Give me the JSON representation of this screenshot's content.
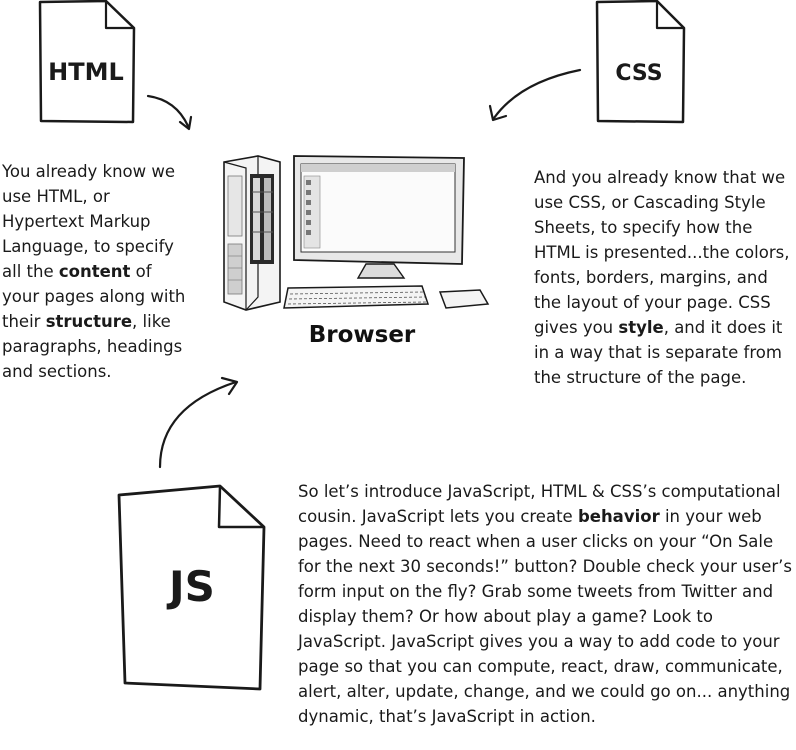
{
  "documents": {
    "html_label": "HTML",
    "css_label": "CSS",
    "js_label": "JS"
  },
  "browser": {
    "label": "Browser"
  },
  "html_text": {
    "part1": "You already know we use HTML, or Hypertext Markup Language, to specify all the ",
    "bold1": "content",
    "part2": " of your pages along with their ",
    "bold2": "structure",
    "part3": ", like paragraphs, headings and sections."
  },
  "css_text": {
    "part1": "And you already know that we use CSS, or Cascading Style Sheets, to specify how the HTML is presented...the colors, fonts, borders, margins, and the layout of your page.  CSS gives you ",
    "bold1": "style",
    "part2": ", and it does it in a way that is separate from the structure of the page."
  },
  "js_text": {
    "part1": "So let’s introduce JavaScript, HTML & CSS’s computational cousin. JavaScript lets you create ",
    "bold1": "behavior",
    "part2": " in your web pages.  Need to react when a user clicks on your “On Sale for the next 30 seconds!” button? Double check your user’s form input on the fly? Grab some tweets from Twitter and display them? Or how about play a game?  Look to JavaScript. JavaScript gives you a way to add code to your page so that you can compute, react, draw, communicate, alert, alter, update, change, and we could go on... anything dynamic, that’s JavaScript in action."
  }
}
